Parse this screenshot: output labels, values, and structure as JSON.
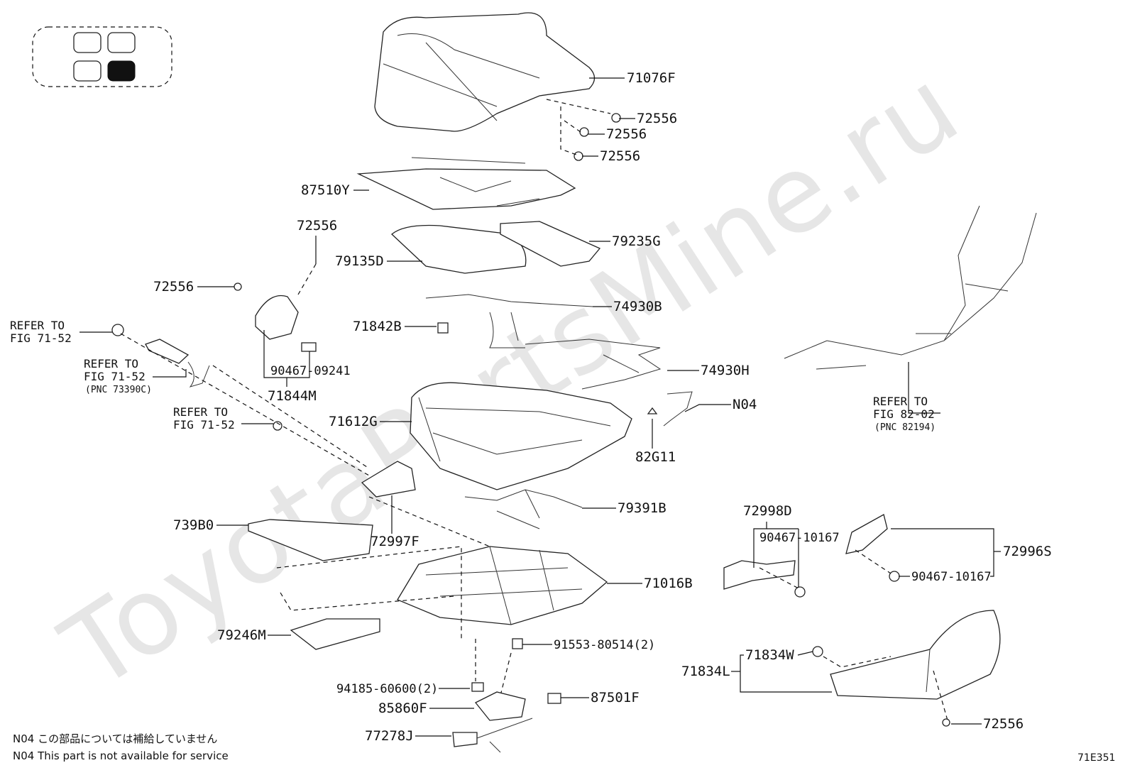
{
  "watermark": "ToyotaPartsMine.ru",
  "figure_id": "71E351",
  "labels": {
    "p71076F": "71076F",
    "p72556a": "72556",
    "p72556b": "72556",
    "p72556c": "72556",
    "p87510Y": "87510Y",
    "p72556d": "72556",
    "p79235G": "79235G",
    "p79135D": "79135D",
    "p72556e": "72556",
    "p74930B": "74930B",
    "p71842B": "71842B",
    "p90467_09241": "90467-09241",
    "p71844M": "71844M",
    "p74930H": "74930H",
    "pN04": "N04",
    "p71612G": "71612G",
    "p82G11": "82G11",
    "p79391B": "79391B",
    "p739B0": "739B0",
    "p72997F": "72997F",
    "p71016B": "71016B",
    "p72998D": "72998D",
    "p90467_10167a": "90467-10167",
    "p72996S": "72996S",
    "p90467_10167b": "90467-10167",
    "p79246M": "79246M",
    "p91553": "91553-80514(2)",
    "p94185": "94185-60600(2)",
    "p85860F": "85860F",
    "p87501F": "87501F",
    "p77278J": "77278J",
    "p71834L": "71834L",
    "p71834W": "71834W",
    "p72556f": "72556"
  },
  "refs": {
    "r1": "REFER TO\nFIG 71-52",
    "r2": "REFER TO\nFIG 71-52",
    "r2_pnc": "(PNC 73390C)",
    "r3": "REFER TO\nFIG 71-52",
    "r4": "REFER TO\nFIG 82-02",
    "r4_pnc": "(PNC 82194)"
  },
  "notes": {
    "jp": "N04 この部品については補給していません",
    "en": "N04 This part is not available for service"
  }
}
